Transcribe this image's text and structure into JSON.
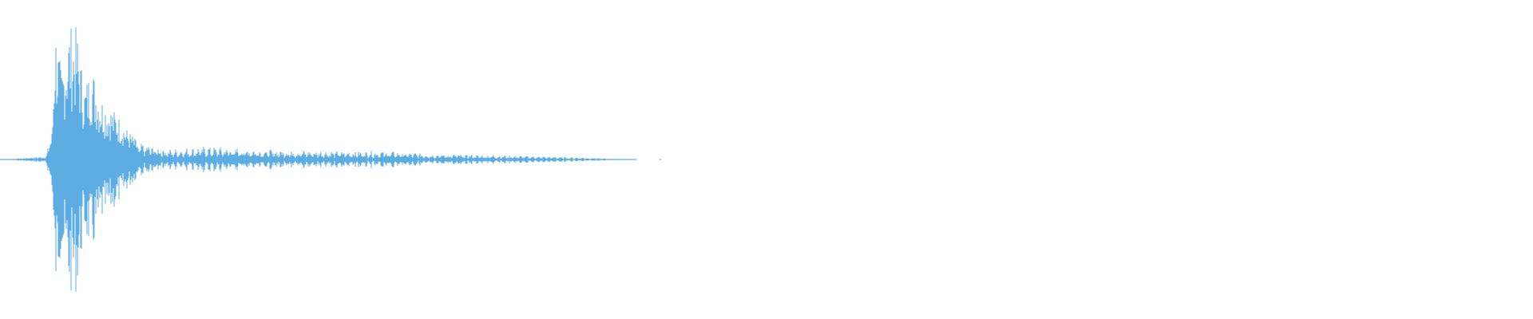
{
  "waveform": {
    "color": "#5dade2",
    "baseline_style": "dashed",
    "envelope": [
      {
        "t": 0.0,
        "amp": 0.0
      },
      {
        "t": 0.03,
        "amp": 0.02
      },
      {
        "t": 0.034,
        "amp": 0.2
      },
      {
        "t": 0.036,
        "amp": 0.95
      },
      {
        "t": 0.04,
        "amp": 0.6
      },
      {
        "t": 0.045,
        "amp": 0.92
      },
      {
        "t": 0.05,
        "amp": 0.9
      },
      {
        "t": 0.055,
        "amp": 0.5
      },
      {
        "t": 0.06,
        "amp": 0.65
      },
      {
        "t": 0.065,
        "amp": 0.45
      },
      {
        "t": 0.07,
        "amp": 0.38
      },
      {
        "t": 0.076,
        "amp": 0.32
      },
      {
        "t": 0.082,
        "amp": 0.22
      },
      {
        "t": 0.09,
        "amp": 0.12
      },
      {
        "t": 0.1,
        "amp": 0.1
      },
      {
        "t": 0.11,
        "amp": 0.07
      },
      {
        "t": 0.135,
        "amp": 0.09
      },
      {
        "t": 0.175,
        "amp": 0.07
      },
      {
        "t": 0.22,
        "amp": 0.06
      },
      {
        "t": 0.25,
        "amp": 0.06
      },
      {
        "t": 0.28,
        "amp": 0.04
      },
      {
        "t": 0.33,
        "amp": 0.03
      },
      {
        "t": 0.38,
        "amp": 0.015
      },
      {
        "t": 0.4,
        "amp": 0.005
      },
      {
        "t": 0.415,
        "amp": 0.0
      }
    ]
  }
}
